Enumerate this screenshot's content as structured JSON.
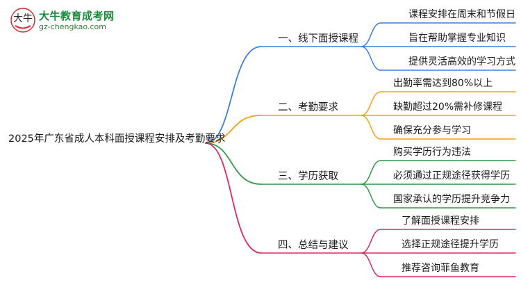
{
  "logo": {
    "name": "大牛教育成考网",
    "url": "gz-chengkao.com"
  },
  "mindmap": {
    "root": "2025年广东省成人本科面授课程安排及考勤要求",
    "branches": [
      {
        "label": "一、线下面授课程",
        "color": "#3b7de0",
        "children": [
          "课程安排在周末和节假日",
          "旨在帮助掌握专业知识",
          "提供灵活高效的学习方式"
        ]
      },
      {
        "label": "二、考勤要求",
        "color": "#f0a21a",
        "children": [
          "出勤率需达到80%以上",
          "缺勤超过20%需补修课程",
          "确保充分参与学习"
        ]
      },
      {
        "label": "三、学历获取",
        "color": "#2e9a45",
        "children": [
          "购买学历行为违法",
          "必须通过正规途径获得学历",
          "国家承认的学历提升竞争力"
        ]
      },
      {
        "label": "四、总结与建议",
        "color": "#e0285f",
        "children": [
          "了解面授课程安排",
          "选择正规途径提升学历",
          "推荐咨询菲鱼教育"
        ]
      }
    ]
  }
}
